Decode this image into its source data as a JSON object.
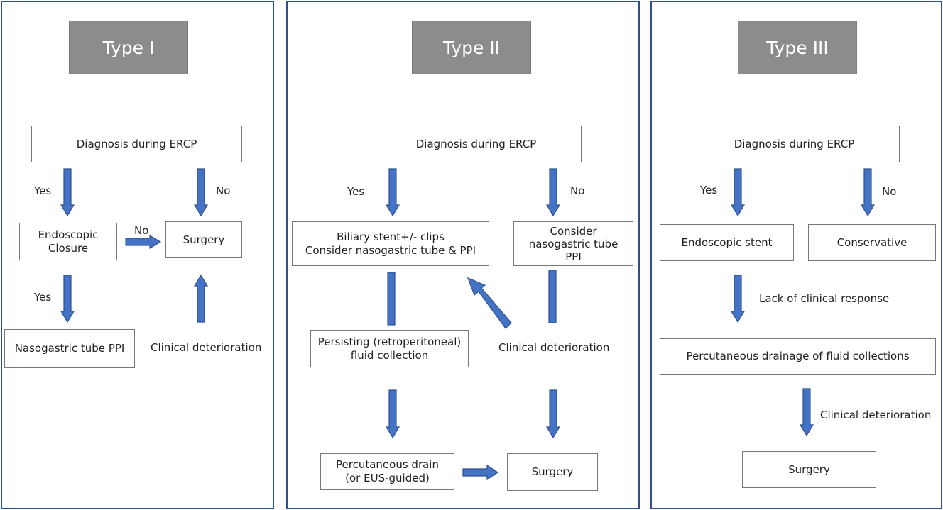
{
  "type1": {
    "title": "Type I",
    "diagnosis": "Diagnosis during ERCP",
    "yes1": "Yes",
    "no1": "No",
    "endoscopic_closure": "Endoscopic\nClosure",
    "no2": "No",
    "surgery": "Surgery",
    "yes2": "Yes",
    "nasogastric": "Nasogastric tube PPI",
    "deterioration": "Clinical deterioration"
  },
  "type2": {
    "title": "Type II",
    "diagnosis": "Diagnosis during ERCP",
    "yes": "Yes",
    "no": "No",
    "biliary": "Biliary stent+/- clips\nConsider nasogastric tube & PPI",
    "consider": "Consider\nnasogastric tube\nPPI",
    "persisting": "Persisting (retroperitoneal)\nfluid collection",
    "deterioration": "Clinical deterioration",
    "drain": "Percutaneous drain\n(or EUS-guided)",
    "surgery": "Surgery"
  },
  "type3": {
    "title": "Type III",
    "diagnosis": "Diagnosis during ERCP",
    "yes": "Yes",
    "no": "No",
    "stent": "Endoscopic stent",
    "conservative": "Conservative",
    "lack": "Lack of clinical response",
    "drainage": "Percutaneous drainage of fluid collections",
    "deterioration": "Clinical deterioration",
    "surgery": "Surgery"
  }
}
